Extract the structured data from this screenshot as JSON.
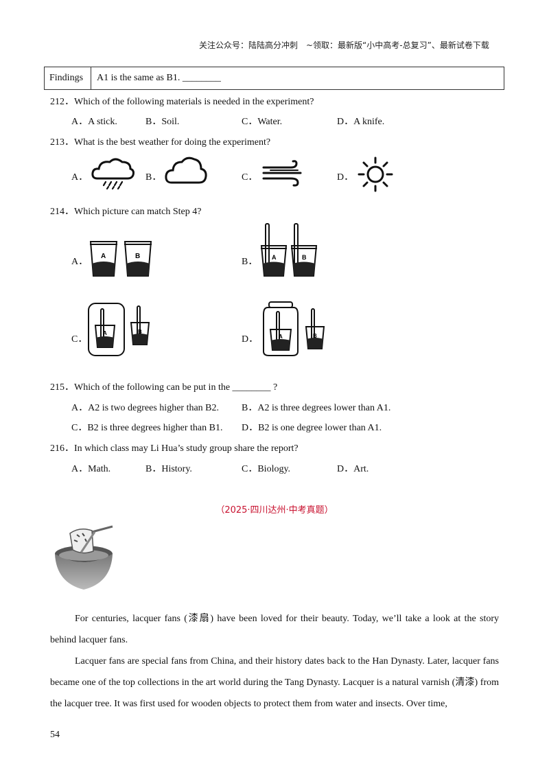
{
  "header": "关注公众号：陆陆高分冲刺　~领取：最新版“小中高考-总复习”、最新试卷下载",
  "findings": {
    "label": "Findings",
    "text": "A1 is the same as B1. ________"
  },
  "q212": {
    "text": "212．Which of the following materials is needed in the experiment?",
    "options": [
      "A．A stick.",
      "B．Soil.",
      "C．Water.",
      "D．A knife."
    ]
  },
  "q213": {
    "text": "213．What is the best weather for doing the experiment?",
    "options": [
      "A．",
      "B．",
      "C．",
      "D．"
    ],
    "icons": [
      "rain-cloud-icon",
      "cloud-icon",
      "wind-icon",
      "sun-icon"
    ]
  },
  "q214": {
    "text": "214．Which picture can match Step 4?",
    "options": [
      "A．",
      "B．",
      "C．",
      "D．"
    ],
    "cup_labels": [
      "A",
      "B"
    ]
  },
  "q215": {
    "text": "215．Which of the following can be put in the ________ ?",
    "options": [
      "A．A2 is two degrees higher than B2.",
      "B．A2 is three degrees lower than A1.",
      "C．B2 is three degrees higher than B1.",
      "D．B2 is one degree lower than A1."
    ]
  },
  "q216": {
    "text": "216．In which class may Li Hua’s study group share the report?",
    "options": [
      "A．Math.",
      "B．History.",
      "C．Biology.",
      "D．Art."
    ]
  },
  "source": "（2025·四川达州·中考真题）",
  "passage": [
    "For centuries, lacquer fans (漆扇) have been loved for their beauty. Today, we’ll take a look at the story behind lacquer fans.",
    "Lacquer fans are special fans from China, and their history dates back to the Han Dynasty. Later, lacquer fans became one of the top collections in the art world during the Tang Dynasty. Lacquer is a natural varnish (清漆) from the lacquer tree. It was first used for wooden objects to protect them from water and insects. Over time,"
  ],
  "page_number": "54"
}
